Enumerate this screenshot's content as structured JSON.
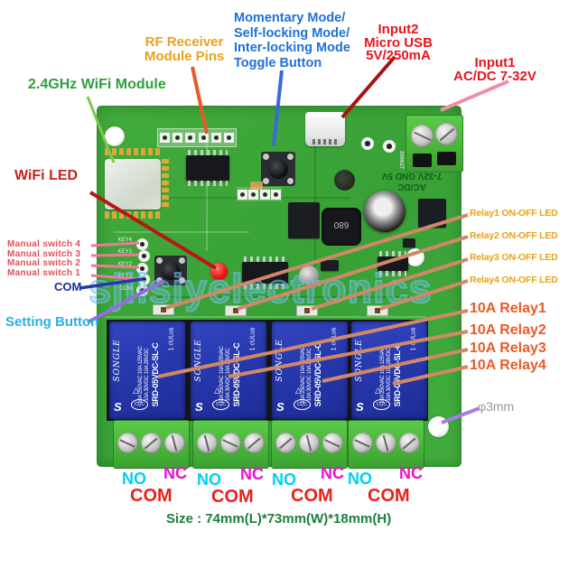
{
  "annotations": {
    "wifi_module": {
      "label": "2.4GHz WiFi Module"
    },
    "rf_pins": {
      "line1": "RF Receiver",
      "line2": "Module Pins"
    },
    "toggle_button": {
      "line1": "Momentary Mode/",
      "line2": "Self-locking Mode/",
      "line3": "Inter-locking Mode",
      "line4": "Toggle Button"
    },
    "input2": {
      "line1": "Input2",
      "line2": "Micro USB",
      "line3": "5V/250mA"
    },
    "input1": {
      "line1": "Input1",
      "line2": "AC/DC 7-32V"
    },
    "wifi_led": {
      "label": "WiFi LED"
    },
    "manual_switches": {
      "sw4": "Manual switch 4",
      "sw3": "Manual switch 3",
      "sw2": "Manual switch 2",
      "sw1": "Manual switch 1",
      "com": "COM"
    },
    "setting_button": {
      "label": "Setting Button"
    },
    "relay_leds": {
      "r1": "Relay1 ON-OFF LED",
      "r2": "Relay2 ON-OFF LED",
      "r3": "Relay3 ON-OFF LED",
      "r4": "Relay4 ON-OFF LED"
    },
    "relays": {
      "r1": "10A Relay1",
      "r2": "10A Relay2",
      "r3": "10A Relay3",
      "r4": "10A Relay4"
    },
    "mount_hole": {
      "label": "φ3mm"
    },
    "size": {
      "label": "Size : 74mm(L)*73mm(W)*18mm(H)"
    }
  },
  "terminal_labels": {
    "no": "NO",
    "nc": "NC",
    "com": "COM"
  },
  "watermark": "sjlisiyelectronics",
  "board": {
    "relay": {
      "brand": "SONGLE",
      "rating1": "10A 250VAC  10A 125VAC",
      "rating2": "10A 30VDC   10A 28VDC",
      "model": "SRD-05VDC-SL-C",
      "cert": "1",
      "ul": "cULus",
      "cqc": "CQC",
      "logo": "S"
    },
    "silk": {
      "power_line1": "AC/DC",
      "power_line2": "7-32V  GND  5V",
      "serial": "200627",
      "keys": {
        "k4": "KEY4",
        "k3": "KEY3",
        "k2": "KEY2",
        "k1": "KEY1",
        "com": "COM"
      }
    },
    "inductor": "680"
  },
  "colors": {
    "annotation_green": "#2fa03c",
    "annotation_orange": "#e8a21c",
    "annotation_blue": "#1f70d6",
    "annotation_red": "#e8141e",
    "annotation_pink_text": "#e0505a",
    "annotation_navy": "#1a2fa0",
    "annotation_cyan": "#28b0e8",
    "annotation_orange_red": "#e85c28",
    "label_no": "#00d0f0",
    "label_nc": "#e812cc",
    "label_com": "#e8211a",
    "size_green": "#1e7e3c",
    "pcb_green": "#3aa338",
    "relay_blue": "#2738ac",
    "terminal_green": "#46b437"
  }
}
